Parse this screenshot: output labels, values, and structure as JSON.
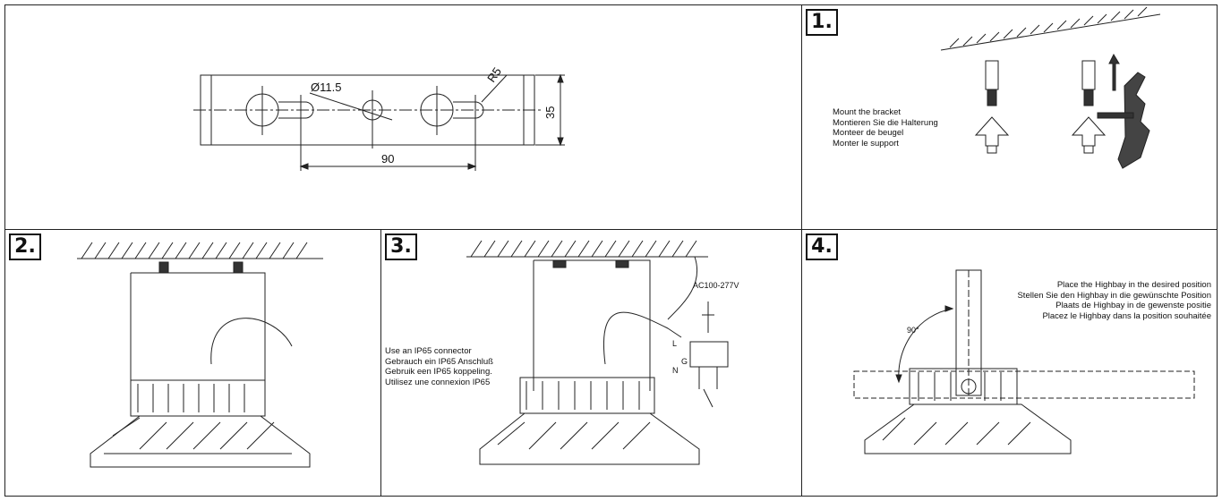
{
  "panels": [
    {
      "step": ""
    },
    {
      "step": "1."
    },
    {
      "step": "2."
    },
    {
      "step": "3."
    },
    {
      "step": "4."
    }
  ],
  "drawing": {
    "hole_dia": "Ø11.5",
    "radius": "R5",
    "height": "35",
    "spacing": "90"
  },
  "step1": {
    "lines": [
      "Mount the bracket",
      "Montieren Sie die Halterung",
      "Monteer de beugel",
      "Monter le support"
    ]
  },
  "step3": {
    "lines": [
      "Use an IP65 connector",
      "Gebrauch ein IP65 Anschluß",
      "Gebruik een IP65 koppeling.",
      "Utilisez une connexion IP65"
    ],
    "voltage": "AC100-277V",
    "wire_l": "L",
    "wire_g": "G",
    "wire_n": "N"
  },
  "step4": {
    "lines": [
      "Place the Highbay in the desired position",
      "Stellen Sie den Highbay in die gewünschte Position",
      "Plaats de Highbay in de gewenste positie",
      "Placez le Highbay dans la position souhaitée"
    ],
    "angle": "90°"
  }
}
